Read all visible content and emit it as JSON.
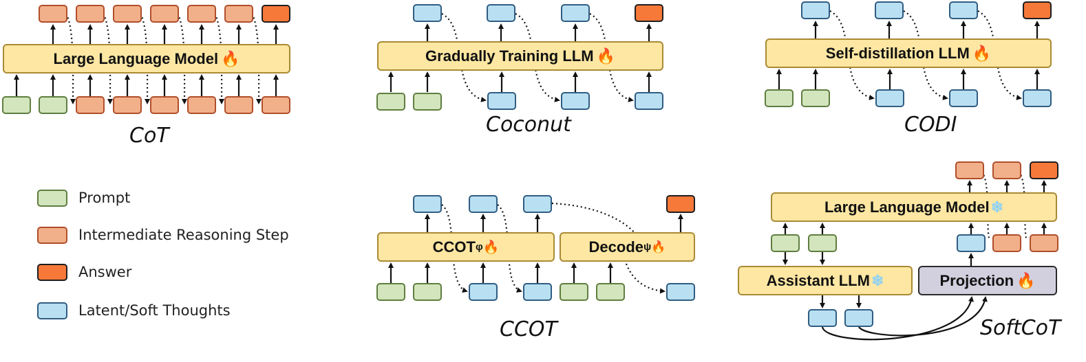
{
  "panels": {
    "cot": {
      "bar_label": "Large Language Model",
      "bar_icon": "fire-icon",
      "caption": "CoT"
    },
    "coconut": {
      "bar_label": "Gradually Training LLM",
      "bar_icon": "fire-icon",
      "caption": "Coconut"
    },
    "codi": {
      "bar_label": "Self-distillation LLM",
      "bar_icon": "fire-icon",
      "caption": "CODI"
    },
    "ccot": {
      "bar1_main": "CCOT",
      "bar1_sub": "φ",
      "bar2_main": "Decode",
      "bar2_sub": "ψ",
      "bar_icon": "fire-icon",
      "caption": "CCOT"
    },
    "softcot": {
      "llm_label": "Large Language Model",
      "llm_icon": "snowflake-icon",
      "assistant_label": "Assistant LLM",
      "assistant_icon": "snowflake-icon",
      "projection_label": "Projection",
      "projection_icon": "fire-icon",
      "caption": "SoftCoT"
    }
  },
  "legend": [
    {
      "label": "Prompt",
      "color": "#d3e5bd"
    },
    {
      "label": "Intermediate Reasoning Step",
      "color": "#f2b08a"
    },
    {
      "label": "Answer",
      "color": "#f6793a"
    },
    {
      "label": "Latent/Soft Thoughts",
      "color": "#b9dff2"
    }
  ],
  "icons": {
    "fire": "🔥",
    "snow": "❄"
  }
}
